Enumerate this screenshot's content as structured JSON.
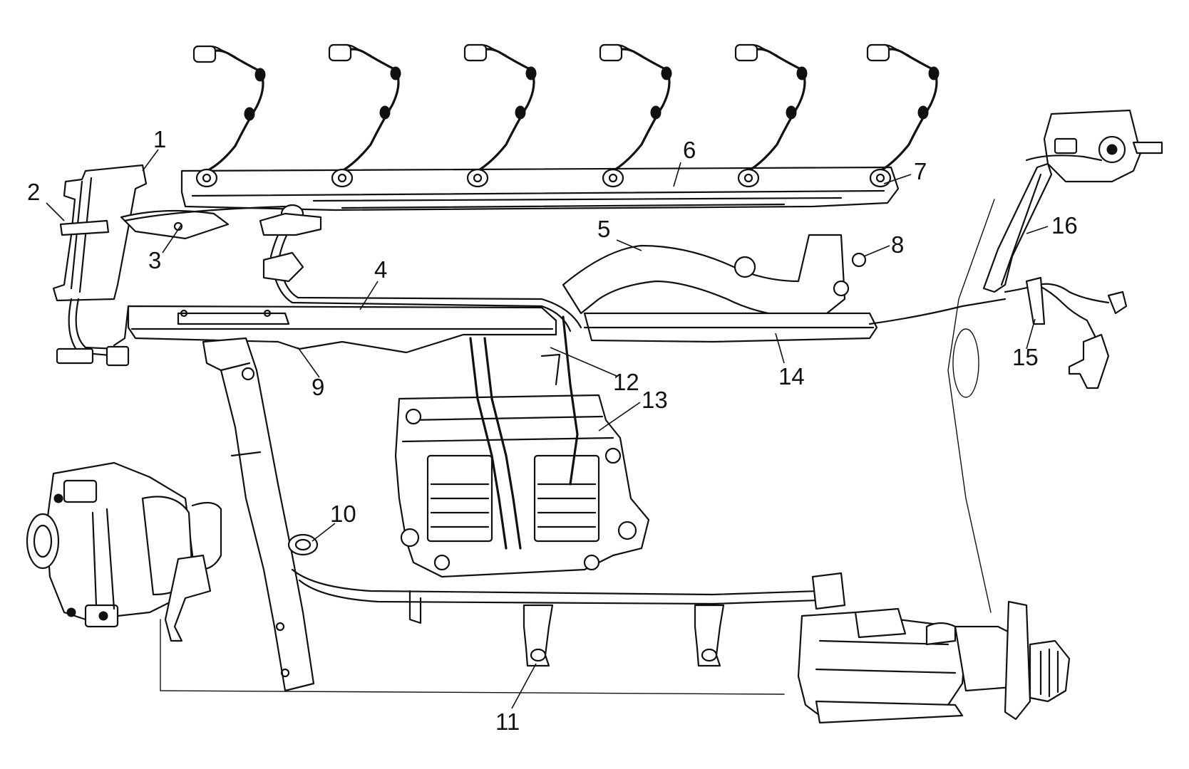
{
  "diagram": {
    "callouts": [
      {
        "id": 1,
        "label": "1"
      },
      {
        "id": 2,
        "label": "2"
      },
      {
        "id": 3,
        "label": "3"
      },
      {
        "id": 4,
        "label": "4"
      },
      {
        "id": 5,
        "label": "5"
      },
      {
        "id": 6,
        "label": "6"
      },
      {
        "id": 7,
        "label": "7"
      },
      {
        "id": 8,
        "label": "8"
      },
      {
        "id": 9,
        "label": "9"
      },
      {
        "id": 10,
        "label": "10"
      },
      {
        "id": 11,
        "label": "11"
      },
      {
        "id": 12,
        "label": "12"
      },
      {
        "id": 13,
        "label": "13"
      },
      {
        "id": 14,
        "label": "14"
      },
      {
        "id": 15,
        "label": "15"
      },
      {
        "id": 16,
        "label": "16"
      }
    ]
  }
}
